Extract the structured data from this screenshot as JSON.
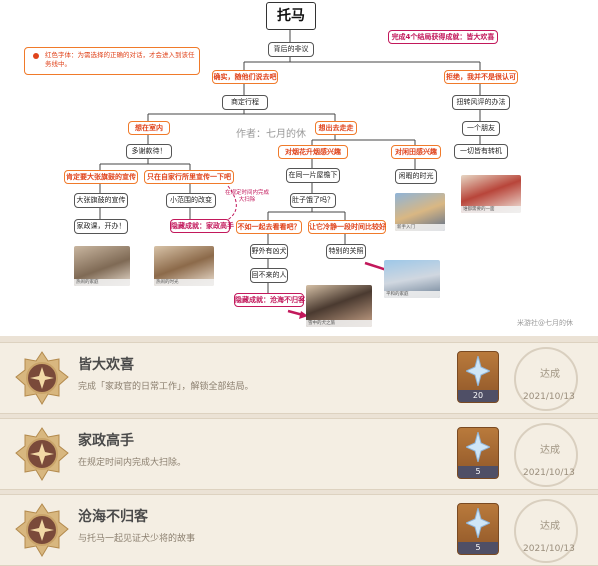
{
  "flow": {
    "title": "托马",
    "legend": "红色字体：为需选择的正确的对话，才会进入到该任务线中。",
    "author": "作者：七月的休",
    "watermark": "米游社@七月的休",
    "ending_note": "完成4个结局获得成就：皆大欢喜",
    "nodes": {
      "root": "背后的非议",
      "c_yes": "确实，随他们说去吧",
      "c_no": "拒绝，我并不是很认可",
      "fixed": "商定行程",
      "refuse_way": "扭转风评的办法",
      "indoor": "想在室内",
      "outdoor": "想出去走走",
      "many_thanks": "多谢款待！",
      "friend": "一个朋友",
      "soft": "一切皆有转机",
      "spread": "肯定要大张旗鼓的宣传",
      "shop": "只在自家行所里宣传一下吧",
      "fireworks": "对烟花升烟感兴趣",
      "idle": "对闲田感兴趣",
      "big_promo": "大张旗鼓的宣传",
      "small_change": "小范围的改变",
      "same_roof": "在同一片屋檐下",
      "idle_time": "闲暇的时光",
      "home": "家政课，开办！",
      "hidden_home": "隐藏成就：家政高手",
      "timed": "在规定时间内完成大扫除",
      "hungry": "肚子饿了吗？",
      "look_together": "不如一起去看看吧？",
      "cold": "让它冷静一段时间比较好",
      "wild": "野外有凶犬",
      "concern": "特别的关照",
      "fearless": "回不来的人",
      "hidden_sea": "隐藏成就：沧海不归客"
    },
    "shots": [
      "热闹的家庭",
      "热闹的时光",
      "平和的家庭",
      "谁都需要的一面",
      "新手入门",
      "雪中的犬之旅"
    ]
  },
  "achievements": [
    {
      "title": "皆大欢喜",
      "desc": "完成「家政官的日常工作」，解锁全部结局。",
      "reward": "20",
      "status": "达成",
      "date": "2021/10/13"
    },
    {
      "title": "家政高手",
      "desc": "在规定时间内完成大扫除。",
      "reward": "5",
      "status": "达成",
      "date": "2021/10/13"
    },
    {
      "title": "沧海不归客",
      "desc": "与托马一起见证犬少将的故事",
      "reward": "5",
      "status": "达成",
      "date": "2021/10/13"
    }
  ],
  "colors": {
    "orange": "#f07a2a",
    "pink": "#c2185b",
    "panel": "#f4eee3"
  }
}
